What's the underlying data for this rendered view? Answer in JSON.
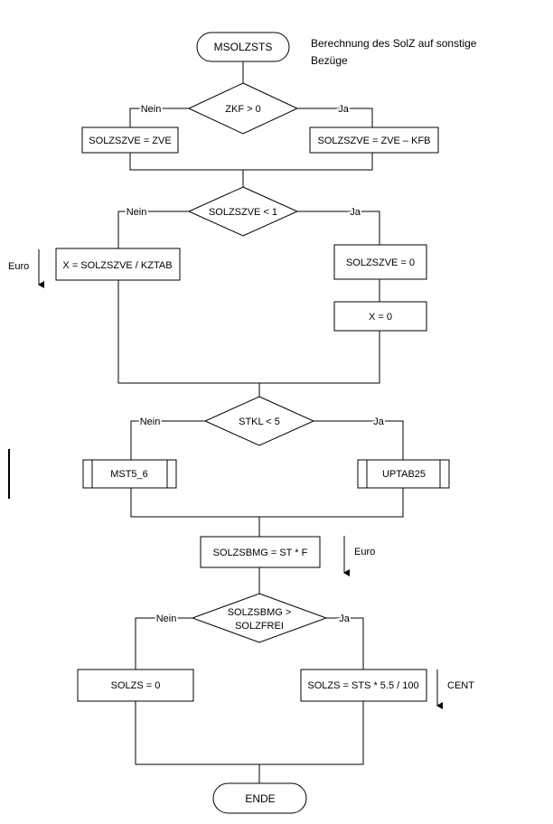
{
  "title": {
    "line1": "Berechnung des SolZ auf sonstige",
    "line2": "Bezüge"
  },
  "start": "MSOLZSTS",
  "end": "ENDE",
  "branch": {
    "no": "Nein",
    "yes": "Ja"
  },
  "decisions": {
    "zkf": "ZKF > 0",
    "solzszve": "SOLZSZVE < 1",
    "stkl": "STKL < 5",
    "solzsbmg_line1": "SOLZSBMG >",
    "solzsbmg_line2": "SOLZFREI"
  },
  "processes": {
    "solzszve_zve": "SOLZSZVE = ZVE",
    "solzszve_kfb": "SOLZSZVE = ZVE – KFB",
    "x_kztab": "X = SOLZSZVE / KZTAB",
    "solzszve_zero": "SOLZSZVE = 0",
    "x_zero": "X = 0",
    "solzsbmg": "SOLZSBMG = ST * F",
    "solzs_zero": "SOLZS = 0",
    "solzs_sts": "SOLZS = STS * 5.5 / 100"
  },
  "subroutines": {
    "mst5_6": "MST5_6",
    "uptab25": "UPTAB25"
  },
  "units": {
    "euro1": "Euro",
    "euro2": "Euro",
    "cent": "CENT"
  }
}
